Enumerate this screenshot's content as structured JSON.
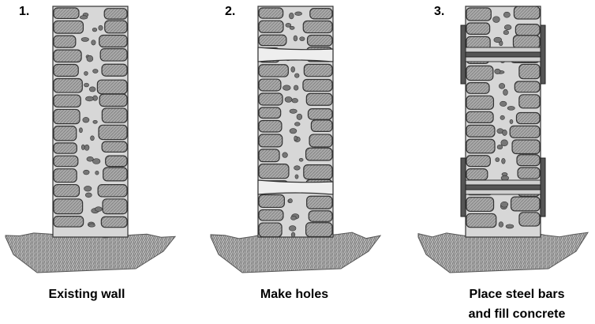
{
  "steps": [
    {
      "number": "1.",
      "caption_lines": [
        "Existing wall"
      ]
    },
    {
      "number": "2.",
      "caption_lines": [
        "Make holes"
      ]
    },
    {
      "number": "3.",
      "caption_lines": [
        "Place steel bars",
        "and fill concrete"
      ]
    }
  ],
  "colors": {
    "stone_fill": "#a9a9a9",
    "stone_outline": "#333333",
    "mortar": "#d7d7d7",
    "ground": "#8f8f8f",
    "steel": "#555555"
  }
}
